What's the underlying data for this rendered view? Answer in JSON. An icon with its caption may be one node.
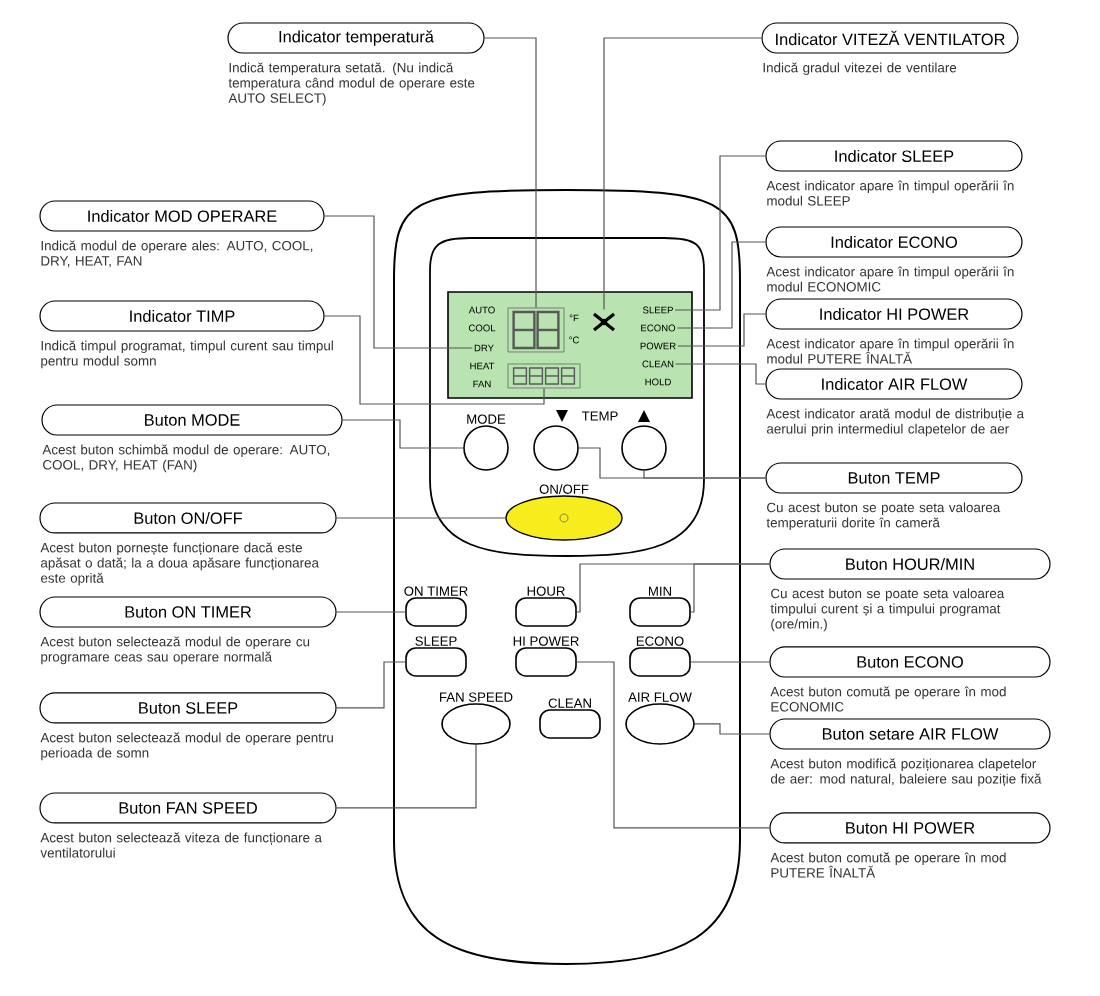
{
  "diagram": {
    "nodes": [
      {
        "text": [
          "Indicator temperatură"
        ],
        "beside": [
          "Indică temperatura setată. (Nu indică temperatura când modul de operare este AUTO SELECT)"
        ]
      },
      {
        "text": [
          "Indicator MOD OPERARE"
        ],
        "beside": [
          "Indică modul de operare ales: AUTO, COOL, DRY, HEAT, FAN"
        ]
      },
      {
        "text": [
          "Indicator TIMP"
        ],
        "beside": [
          "Indică timpul programat, timpul curent sau timpul pentru modul somn"
        ]
      },
      {
        "text": [
          "Buton MODE"
        ],
        "beside": [
          "Acest buton schimbă modul de operare: AUTO, COOL, DRY, HEAT (FAN)"
        ]
      },
      {
        "text": [
          "Buton ON/OFF"
        ],
        "beside": [
          "Acest buton pornește funcționare dacă este apăsat o dată; la a doua apăsare funcționarea este oprită"
        ]
      },
      {
        "text": [
          "Buton ON TIMER"
        ],
        "beside": [
          "Acest buton selectează modul de operare cu programare ceas sau operare normală"
        ]
      },
      {
        "text": [
          "Buton SLEEP"
        ],
        "beside": [
          "Acest buton selectează modul de operare pentru perioada de somn"
        ]
      },
      {
        "text": [
          "Buton FAN SPEED"
        ],
        "beside": [
          "Acest buton selectează viteza de funcționare a ventilatorului"
        ]
      },
      {
        "text": [
          "Indicator VITEZĂ VENTILATOR"
        ],
        "beside": [
          "Indică gradul vitezei de ventilare"
        ]
      },
      {
        "text": [
          "Indicator SLEEP"
        ],
        "beside": [
          "Acest indicator apare în timpul operării în modul SLEEP"
        ]
      },
      {
        "text": [
          "Indicator ECONO"
        ],
        "beside": [
          "Acest indicator apare în timpul operării în modul ECONOMIC"
        ]
      },
      {
        "text": [
          "Indicator HI POWER"
        ],
        "beside": [
          "Acest indicator apare în timpul operării în modul PUTERE ÎNALTĂ"
        ]
      },
      {
        "text": [
          "Indicator AIR FLOW"
        ],
        "beside": [
          "Acest indicator arată modul de distribuție a aerului prin intermediul clapetelor de aer"
        ]
      },
      {
        "text": [
          "Buton TEMP"
        ],
        "beside": [
          "Cu acest buton se poate seta valoarea temperaturii dorite în cameră"
        ]
      },
      {
        "text": [
          "Buton HOUR/MIN"
        ],
        "beside": [
          "Cu acest buton se poate seta valoarea timpului curent și a timpului programat (ore/min.)"
        ]
      },
      {
        "text": [
          "Buton ECONO"
        ],
        "beside": [
          "Acest buton comută pe operare în mod ECONOMIC"
        ]
      },
      {
        "text": [
          "Buton setare AIR FLOW"
        ],
        "beside": [
          "Acest buton modifică poziționarea clapetelor de aer: mod natural, baleiere sau poziție fixă"
        ]
      },
      {
        "text": [
          "Buton HI POWER"
        ],
        "beside": [
          "Acest buton comută pe operare în mod PUTERE ÎNALTĂ"
        ]
      },
      {
        "text": [],
        "shape": "box"
      },
      {
        "text": [],
        "shape": "box",
        "in": 18
      },
      {
        "text": [],
        "shape": "picture",
        "in": 18
      },
      {
        "text": [],
        "shape": "box",
        "in": 18
      },
      {
        "text": [
          "DRY"
        ],
        "in": 18
      },
      {
        "text": [
          "SLEEP"
        ],
        "in": 18
      },
      {
        "text": [
          "ECONO"
        ],
        "in": 18
      },
      {
        "text": [
          "POWER"
        ],
        "in": 18
      },
      {
        "text": [
          "CLEAN"
        ],
        "in": 18
      },
      {
        "text": [
          "MODE"
        ]
      },
      {
        "text": [],
        "shape": "circle"
      },
      {
        "text": [],
        "shape": "circle"
      },
      {
        "text": [
          "ON/OFF"
        ]
      },
      {
        "text": [
          "ON TIMER"
        ]
      },
      {
        "text": [
          "HOUR"
        ]
      },
      {
        "text": [
          "MIN"
        ]
      },
      {
        "text": [
          "SLEEP"
        ]
      },
      {
        "text": [
          "HI POWER"
        ]
      },
      {
        "text": [
          "ECONO"
        ]
      },
      {
        "text": [
          "FAN SPEED"
        ]
      },
      {
        "text": [
          "CLEAN"
        ]
      },
      {
        "text": [
          "AIR FLOW"
        ]
      }
    ],
    "edges": [
      {
        "from": 0,
        "to": 19,
        "arrow": "none"
      },
      {
        "from": 1,
        "to": 22,
        "arrow": "none"
      },
      {
        "from": 2,
        "to": 21,
        "arrow": "none"
      },
      {
        "from": 3,
        "to": 27,
        "arrow": "none"
      },
      {
        "from": 4,
        "to": 30,
        "arrow": "none"
      },
      {
        "from": 5,
        "to": 31,
        "arrow": "none"
      },
      {
        "from": 6,
        "to": 34,
        "arrow": "none"
      },
      {
        "from": 7,
        "to": 37,
        "arrow": "none"
      },
      {
        "from": 8,
        "to": 20,
        "arrow": "none"
      },
      {
        "from": 9,
        "to": 23,
        "arrow": "none"
      },
      {
        "from": 10,
        "to": 24,
        "arrow": "none"
      },
      {
        "from": 11,
        "to": 25,
        "arrow": "none"
      },
      {
        "from": 12,
        "to": 26,
        "arrow": "none"
      },
      {
        "from": 13,
        "to": 28,
        "arrow": "none"
      },
      {
        "from": 13,
        "to": 29,
        "arrow": "none"
      },
      {
        "from": 14,
        "to": 32,
        "arrow": "none"
      },
      {
        "from": 14,
        "to": 33,
        "arrow": "none"
      },
      {
        "from": 15,
        "to": 36,
        "arrow": "none"
      },
      {
        "from": 16,
        "to": 39,
        "arrow": "none"
      },
      {
        "from": 17,
        "to": 35,
        "arrow": "none"
      }
    ],
    "labels": [
      "AUTO",
      "COOL",
      "HEAT",
      "FAN",
      "°F",
      "°C",
      "HOLD",
      "TEMP"
    ]
  }
}
